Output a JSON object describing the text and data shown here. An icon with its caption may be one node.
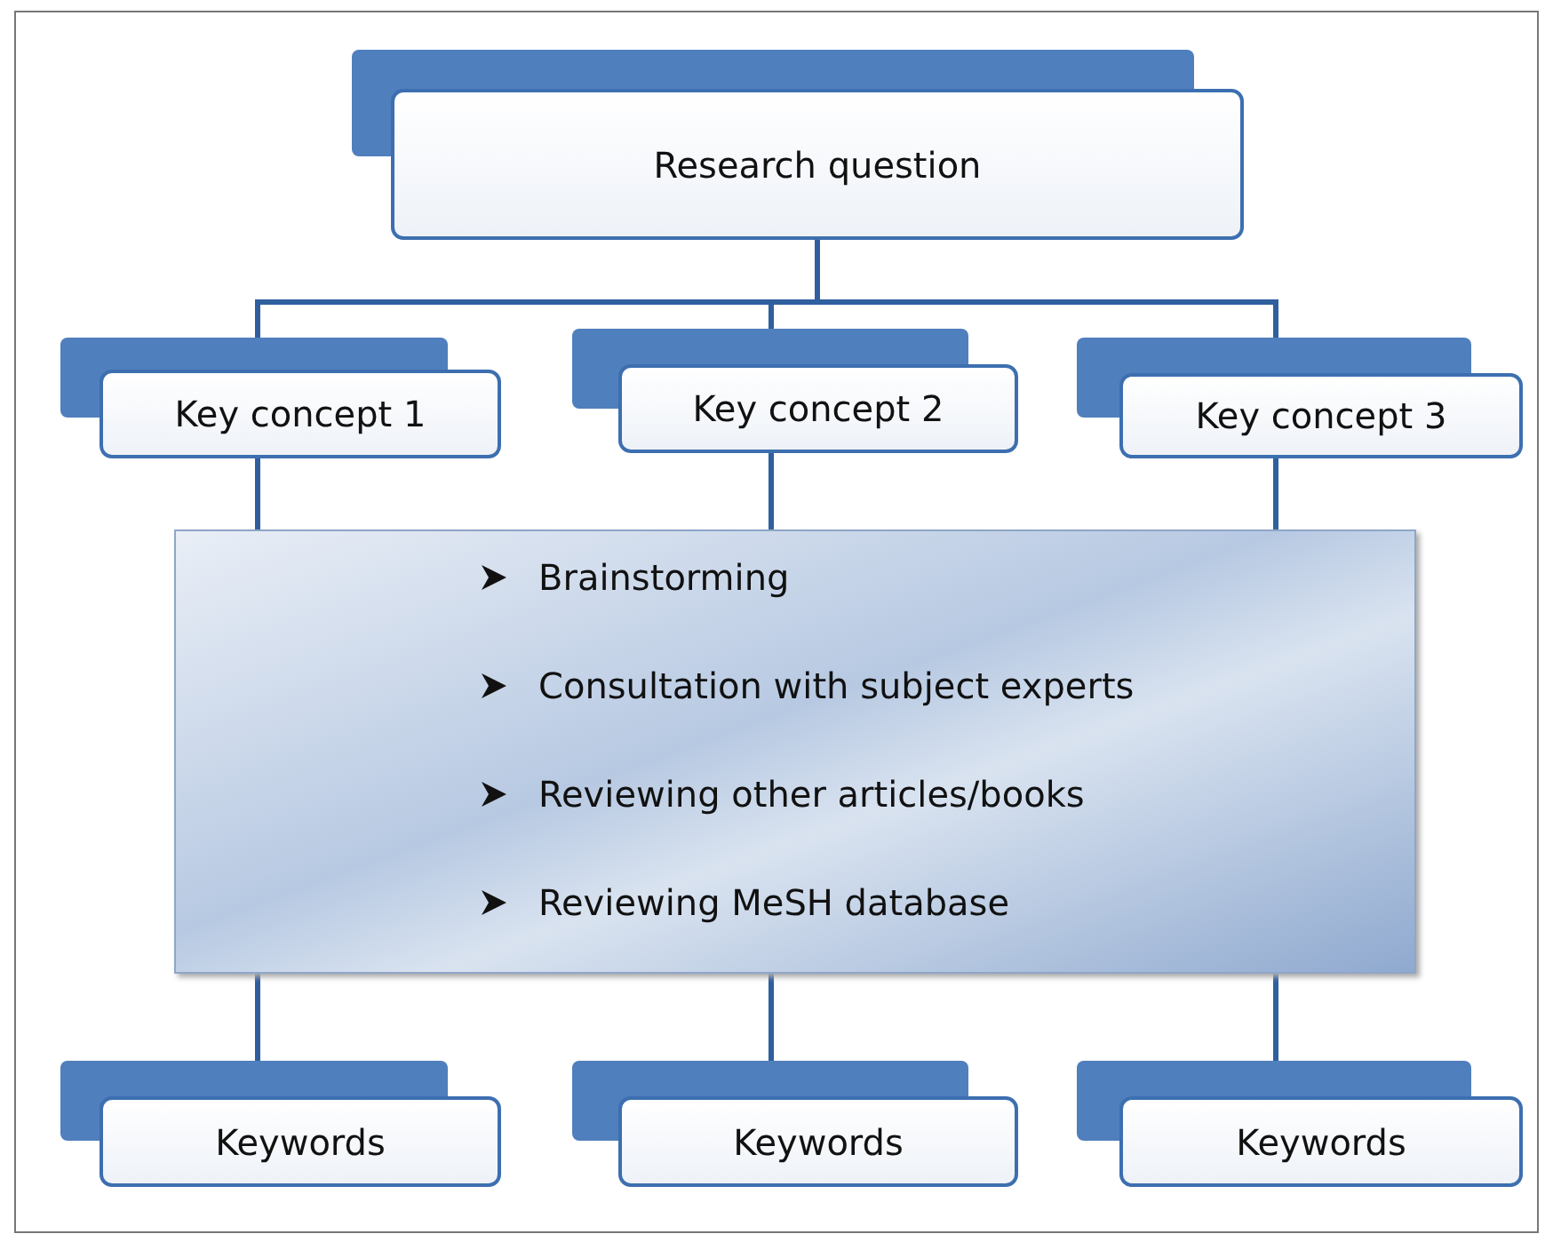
{
  "diagram": {
    "nodes": [
      {
        "text": [
          "Research question"
        ]
      },
      {
        "text": [
          "Key concept 1"
        ]
      },
      {
        "text": [
          "Key concept 2"
        ]
      },
      {
        "text": [
          "Key concept 3"
        ]
      },
      {
        "text": [
          "Brainstorming",
          "Consultation with subject experts",
          "Reviewing other articles/books",
          "Reviewing MeSH database"
        ]
      },
      {
        "text": [
          "Keywords"
        ]
      },
      {
        "text": [
          "Keywords"
        ]
      },
      {
        "text": [
          "Keywords"
        ]
      }
    ],
    "edges": [
      {
        "from": 0,
        "to": 1,
        "arrow": "none"
      },
      {
        "from": 0,
        "to": 2,
        "arrow": "none"
      },
      {
        "from": 0,
        "to": 3,
        "arrow": "none"
      },
      {
        "from": 1,
        "to": 4,
        "arrow": "none"
      },
      {
        "from": 2,
        "to": 4,
        "arrow": "none"
      },
      {
        "from": 3,
        "to": 4,
        "arrow": "none"
      },
      {
        "from": 4,
        "to": 5,
        "arrow": "none"
      },
      {
        "from": 4,
        "to": 6,
        "arrow": "none"
      },
      {
        "from": 4,
        "to": 7,
        "arrow": "none"
      }
    ]
  }
}
